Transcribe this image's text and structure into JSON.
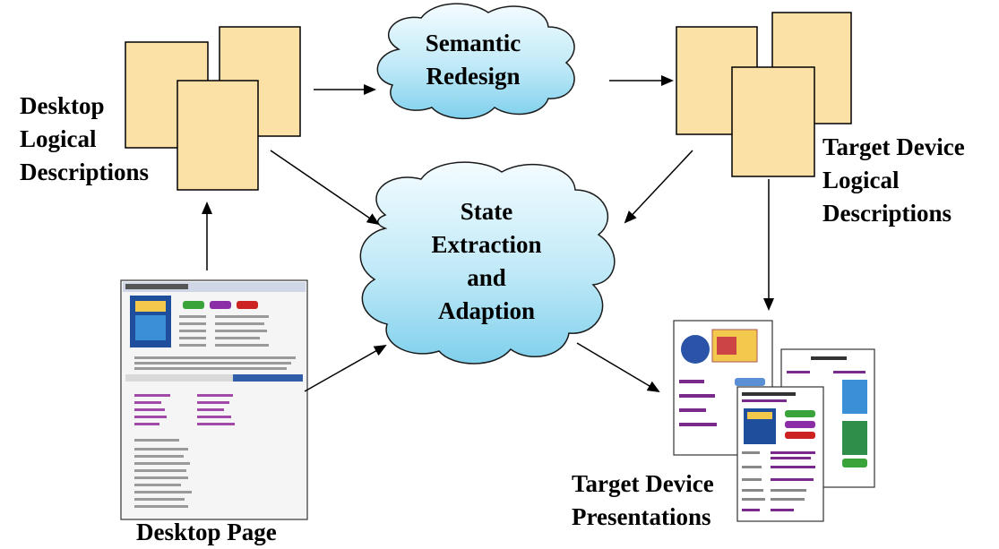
{
  "labels": {
    "desktop_logical": "Desktop\nLogical\nDescriptions",
    "semantic_redesign": "Semantic\nRedesign",
    "target_logical": "Target Device\nLogical\nDescriptions",
    "state_extraction": "State\nExtraction\nand\nAdaption",
    "desktop_page": "Desktop Page",
    "target_presentations": "Target Device\nPresentations"
  },
  "colors": {
    "doc_fill": "#fbe1a6",
    "cloud_top": "#f4fcff",
    "cloud_bottom": "#7fd0ec",
    "arrow": "#000000"
  },
  "thumbnails": {
    "desktop_page_title": "Shark Tale (WS) (2004)",
    "target_page_title": "Shark Tale - WS - (2004)",
    "new_releases_title": "New Releases"
  }
}
